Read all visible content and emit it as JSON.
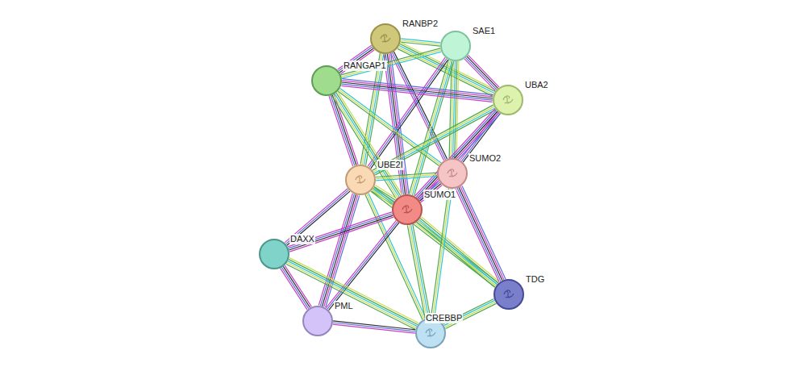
{
  "diagram": {
    "nodes": [
      {
        "text": [
          "RANBP2"
        ]
      },
      {
        "text": [
          "SAE1"
        ]
      },
      {
        "text": [
          "RANGAP1"
        ]
      },
      {
        "text": [
          "UBA2"
        ]
      },
      {
        "text": [
          "SUMO2"
        ]
      },
      {
        "text": [
          "UBE2I"
        ]
      },
      {
        "text": [
          "SUMO1"
        ]
      },
      {
        "text": [
          "DAXX"
        ]
      },
      {
        "text": [
          "TDG"
        ]
      },
      {
        "text": [
          "PML"
        ]
      },
      {
        "text": [
          "CREBBP"
        ]
      }
    ],
    "edges": [
      {
        "from": 0,
        "to": 1,
        "arrow": "none"
      },
      {
        "from": 0,
        "to": 2,
        "arrow": "none"
      },
      {
        "from": 0,
        "to": 3,
        "arrow": "none"
      },
      {
        "from": 0,
        "to": 4,
        "arrow": "none"
      },
      {
        "from": 0,
        "to": 5,
        "arrow": "none"
      },
      {
        "from": 0,
        "to": 6,
        "arrow": "none"
      },
      {
        "from": 1,
        "to": 2,
        "arrow": "none"
      },
      {
        "from": 1,
        "to": 3,
        "arrow": "none"
      },
      {
        "from": 1,
        "to": 4,
        "arrow": "none"
      },
      {
        "from": 1,
        "to": 5,
        "arrow": "none"
      },
      {
        "from": 1,
        "to": 6,
        "arrow": "none"
      },
      {
        "from": 2,
        "to": 3,
        "arrow": "none"
      },
      {
        "from": 2,
        "to": 4,
        "arrow": "none"
      },
      {
        "from": 2,
        "to": 5,
        "arrow": "none"
      },
      {
        "from": 2,
        "to": 6,
        "arrow": "none"
      },
      {
        "from": 3,
        "to": 4,
        "arrow": "none"
      },
      {
        "from": 3,
        "to": 5,
        "arrow": "none"
      },
      {
        "from": 3,
        "to": 6,
        "arrow": "none"
      },
      {
        "from": 4,
        "to": 5,
        "arrow": "none"
      },
      {
        "from": 4,
        "to": 6,
        "arrow": "none"
      },
      {
        "from": 5,
        "to": 6,
        "arrow": "none"
      },
      {
        "from": 5,
        "to": 7,
        "arrow": "none"
      },
      {
        "from": 5,
        "to": 8,
        "arrow": "none"
      },
      {
        "from": 5,
        "to": 9,
        "arrow": "none"
      },
      {
        "from": 5,
        "to": 10,
        "arrow": "none"
      },
      {
        "from": 6,
        "to": 7,
        "arrow": "none"
      },
      {
        "from": 6,
        "to": 8,
        "arrow": "none"
      },
      {
        "from": 6,
        "to": 9,
        "arrow": "none"
      },
      {
        "from": 6,
        "to": 10,
        "arrow": "none"
      },
      {
        "from": 4,
        "to": 8,
        "arrow": "none"
      },
      {
        "from": 4,
        "to": 10,
        "arrow": "none"
      },
      {
        "from": 7,
        "to": 9,
        "arrow": "none"
      },
      {
        "from": 7,
        "to": 10,
        "arrow": "none"
      },
      {
        "from": 9,
        "to": 10,
        "arrow": "none"
      },
      {
        "from": 10,
        "to": 8,
        "arrow": "none"
      }
    ]
  }
}
